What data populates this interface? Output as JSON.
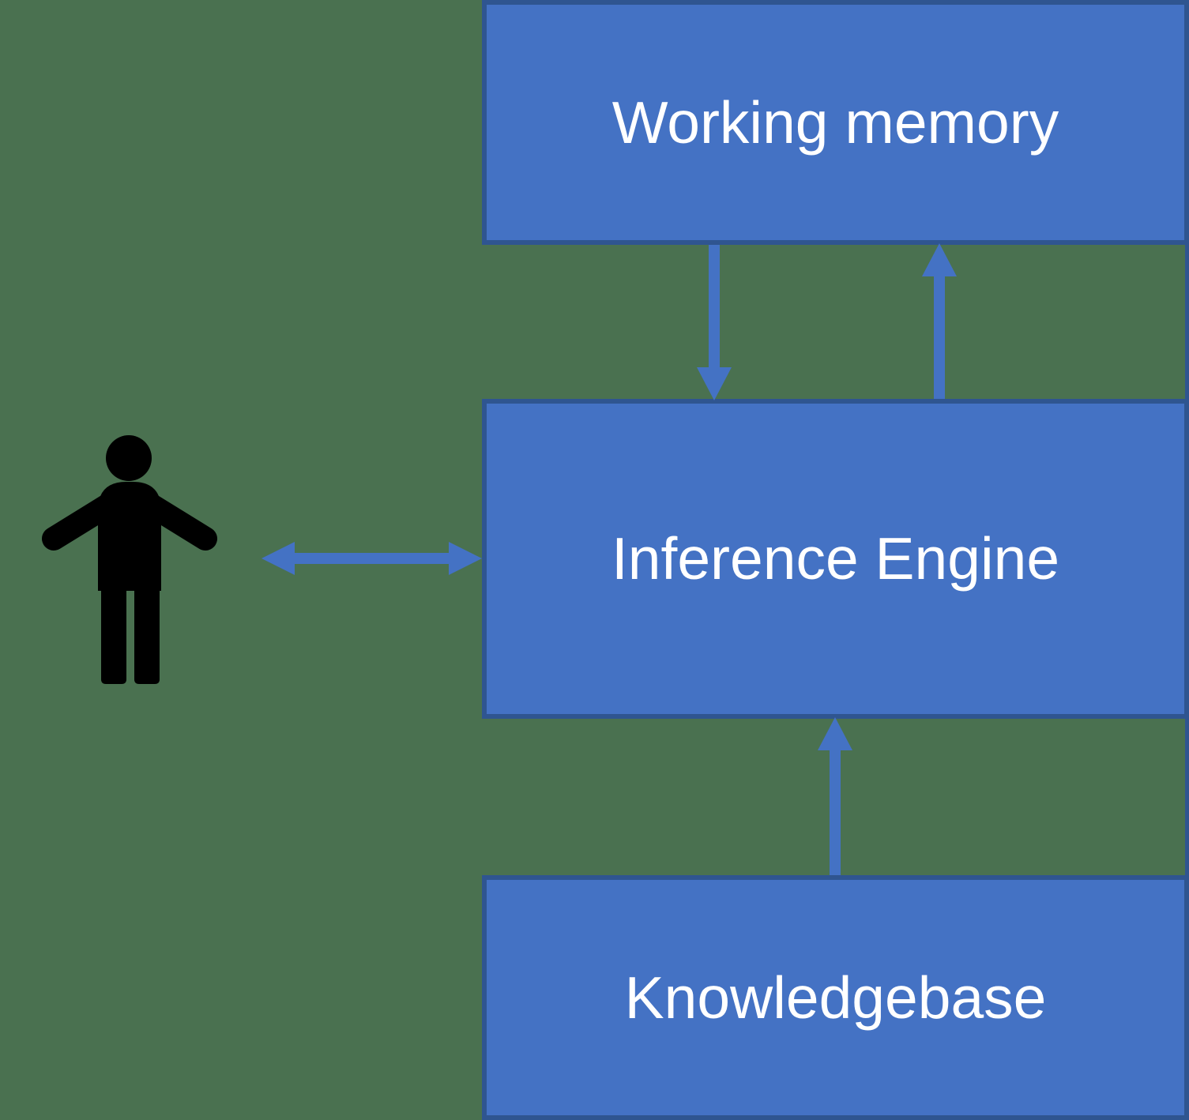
{
  "diagram": {
    "nodes": [
      {
        "id": "working-memory",
        "label": "Working memory"
      },
      {
        "id": "inference-engine",
        "label": "Inference Engine"
      },
      {
        "id": "knowledgebase",
        "label": "Knowledgebase"
      }
    ],
    "actor": {
      "id": "user",
      "icon": "person-icon"
    },
    "edges": [
      {
        "from": "user",
        "to": "inference-engine",
        "type": "bidirectional"
      },
      {
        "from": "working-memory",
        "to": "inference-engine",
        "type": "one-way"
      },
      {
        "from": "inference-engine",
        "to": "working-memory",
        "type": "one-way"
      },
      {
        "from": "knowledgebase",
        "to": "inference-engine",
        "type": "one-way"
      }
    ],
    "colors": {
      "background": "#4A7150",
      "node_fill": "#4472C4",
      "node_border": "#2F5590",
      "arrow": "#4472C4",
      "text": "#FFFFFF",
      "person": "#000000"
    }
  }
}
